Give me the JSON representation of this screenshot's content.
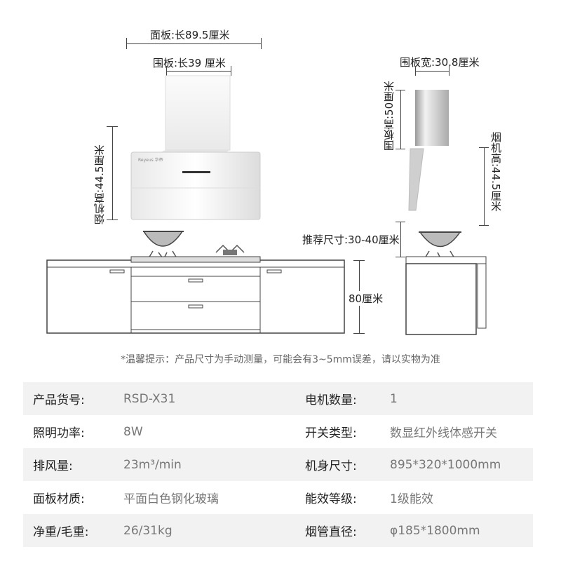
{
  "dimensions": {
    "panel_length": "面板:长89.5厘米",
    "skirt_length": "围板:长39 厘米",
    "skirt_width": "围板宽:30.8厘米",
    "skirt_height": "围板高:50厘米",
    "hood_height_front": "烟机高:44.5厘米",
    "hood_height_side": "烟机高:44.5厘米",
    "recommended_size": "推荐尺寸:30-40厘米",
    "cabinet_height": "80厘米"
  },
  "brand_mark": "Reyeus 华帝",
  "note": "*温馨提示：产品尺寸为手动测量，可能会有3~5mm误差，请以实物为准",
  "specs": [
    {
      "label1": "产品货号:",
      "value1": "RSD-X31",
      "label2": "电机数量:",
      "value2": "1"
    },
    {
      "label1": "照明功率:",
      "value1": "8W",
      "label2": "开关类型:",
      "value2": "数显红外线体感开关"
    },
    {
      "label1": "排风量:",
      "value1": "23m³/min",
      "label2": "机身尺寸:",
      "value2": "895*320*1000mm"
    },
    {
      "label1": "面板材质:",
      "value1": "平面白色钢化玻璃",
      "label2": "能效等级:",
      "value2": "1级能效"
    },
    {
      "label1": "净重/毛重:",
      "value1": "26/31kg",
      "label2": "烟管直径:",
      "value2": "φ185*1800mm"
    }
  ],
  "colors": {
    "shade_row": "#f2f2f2",
    "line": "#444444"
  }
}
